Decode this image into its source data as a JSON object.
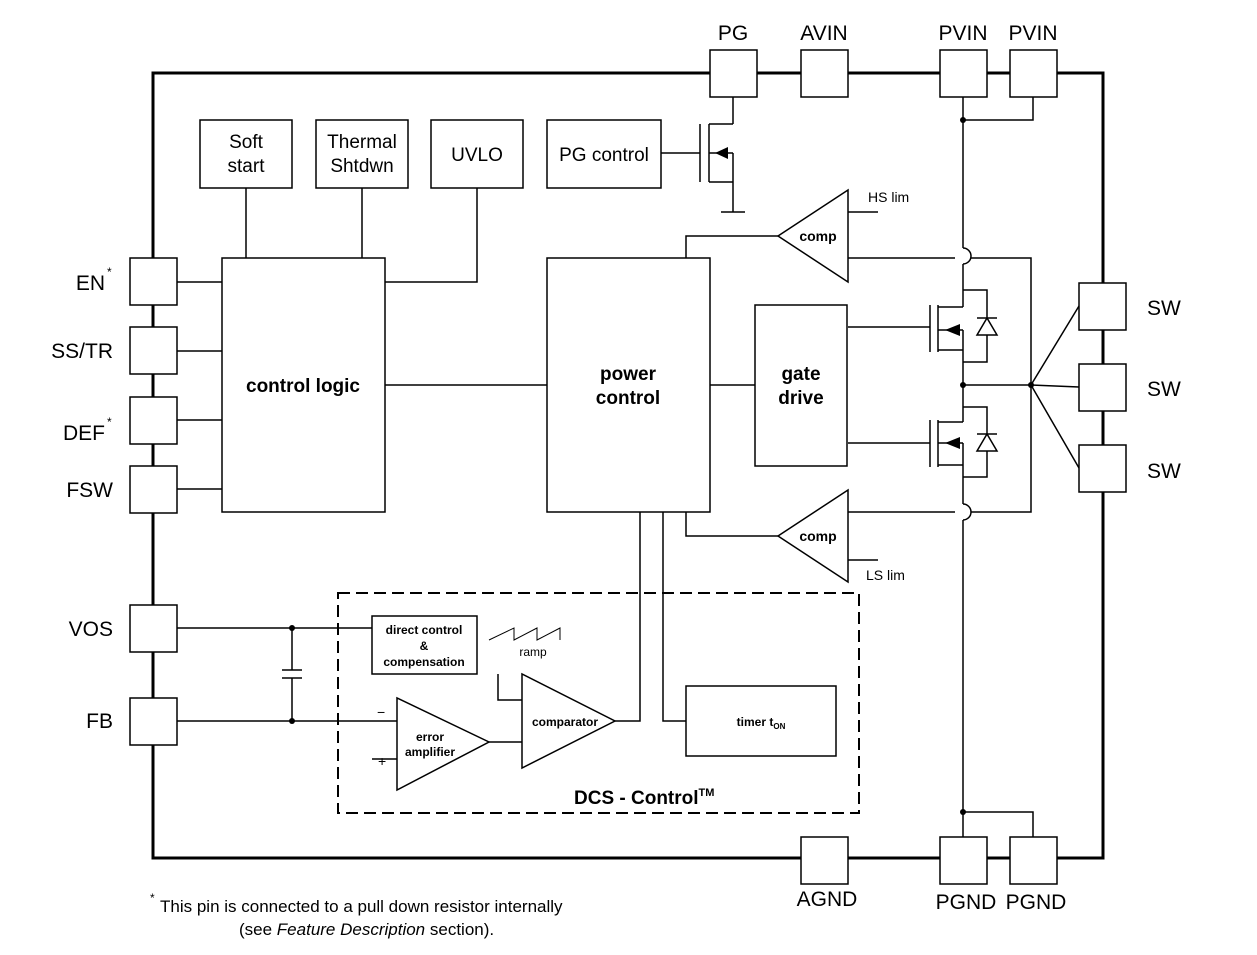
{
  "pins": {
    "pg": "PG",
    "avin": "AVIN",
    "pvin1": "PVIN",
    "pvin2": "PVIN",
    "en": "EN",
    "en_mark": "*",
    "sstr": "SS/TR",
    "def": "DEF",
    "def_mark": "*",
    "fsw": "FSW",
    "vos": "VOS",
    "fb": "FB",
    "sw1": "SW",
    "sw2": "SW",
    "sw3": "SW",
    "agnd": "AGND",
    "pgnd1": "PGND",
    "pgnd2": "PGND"
  },
  "blocks": {
    "soft_start": [
      "Soft",
      "start"
    ],
    "thermal": [
      "Thermal",
      "Shtdwn"
    ],
    "uvlo": "UVLO",
    "pg_control": "PG control",
    "control_logic": "control logic",
    "power_control": [
      "power",
      "control"
    ],
    "gate_drive": [
      "gate",
      "drive"
    ],
    "comp_hs": "comp",
    "comp_ls": "comp",
    "hs_lim": "HS lim",
    "ls_lim": "LS lim",
    "direct_control": [
      "direct control",
      "&",
      "compensation"
    ],
    "ramp": "ramp",
    "comparator": "comparator",
    "error_amp": [
      "error",
      "amplifier"
    ],
    "timer": "timer t",
    "timer_sub": "ON",
    "minus": "−",
    "plus": "+",
    "dcs_label": "DCS - Control",
    "dcs_tm": "TM"
  },
  "footnote": {
    "mark": "*",
    "line1": "This pin is connected to a pull down resistor internally",
    "line2_prefix": "(see ",
    "line2_italic": "Feature Description",
    "line2_suffix": " section)."
  }
}
